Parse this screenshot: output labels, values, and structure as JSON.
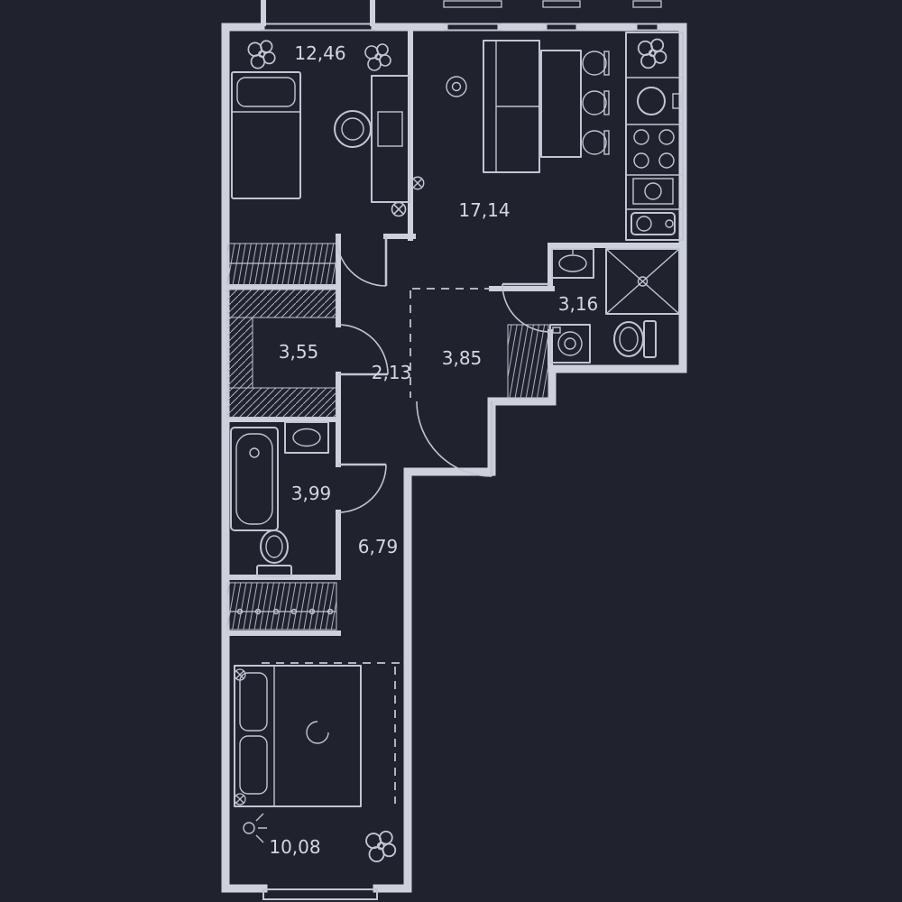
{
  "title": "Apartment floor plan",
  "colors": {
    "background": "#20222e",
    "line": "#cdd1dc",
    "furniture": "#c2c6d2",
    "label": "#d3d7e1"
  },
  "rooms": [
    {
      "name": "bedroom-top",
      "area": "12,46"
    },
    {
      "name": "kitchen-living",
      "area": "17,14"
    },
    {
      "name": "bathroom-shower",
      "area": "3,16"
    },
    {
      "name": "wardrobe-room",
      "area": "3,55"
    },
    {
      "name": "hall-small",
      "area": "2,13"
    },
    {
      "name": "hallway",
      "area": "3,85"
    },
    {
      "name": "bathroom-bath",
      "area": "3,99"
    },
    {
      "name": "corridor",
      "area": "6,79"
    },
    {
      "name": "bedroom-bottom",
      "area": "10,08"
    }
  ],
  "fixtures": {
    "bedroom_top": [
      "bed",
      "desk",
      "chair",
      "plant",
      "plant",
      "ceiling-light",
      "ceiling-light"
    ],
    "kitchen_living": [
      "sofa",
      "dining-table",
      "chairs",
      "kitchen-counter",
      "sink",
      "stove",
      "ceiling-light",
      "plant"
    ],
    "bathroom_shower": [
      "shower-cabin",
      "washbasin",
      "washing-machine",
      "toilet"
    ],
    "bathroom_bath": [
      "bathtub",
      "washbasin",
      "toilet"
    ],
    "wardrobe_room": [
      "shelving-hatch"
    ],
    "hallway": [
      "built-in-wardrobe"
    ],
    "bedroom_bottom": [
      "bed",
      "closet-rod",
      "plant",
      "wall-lights"
    ]
  }
}
